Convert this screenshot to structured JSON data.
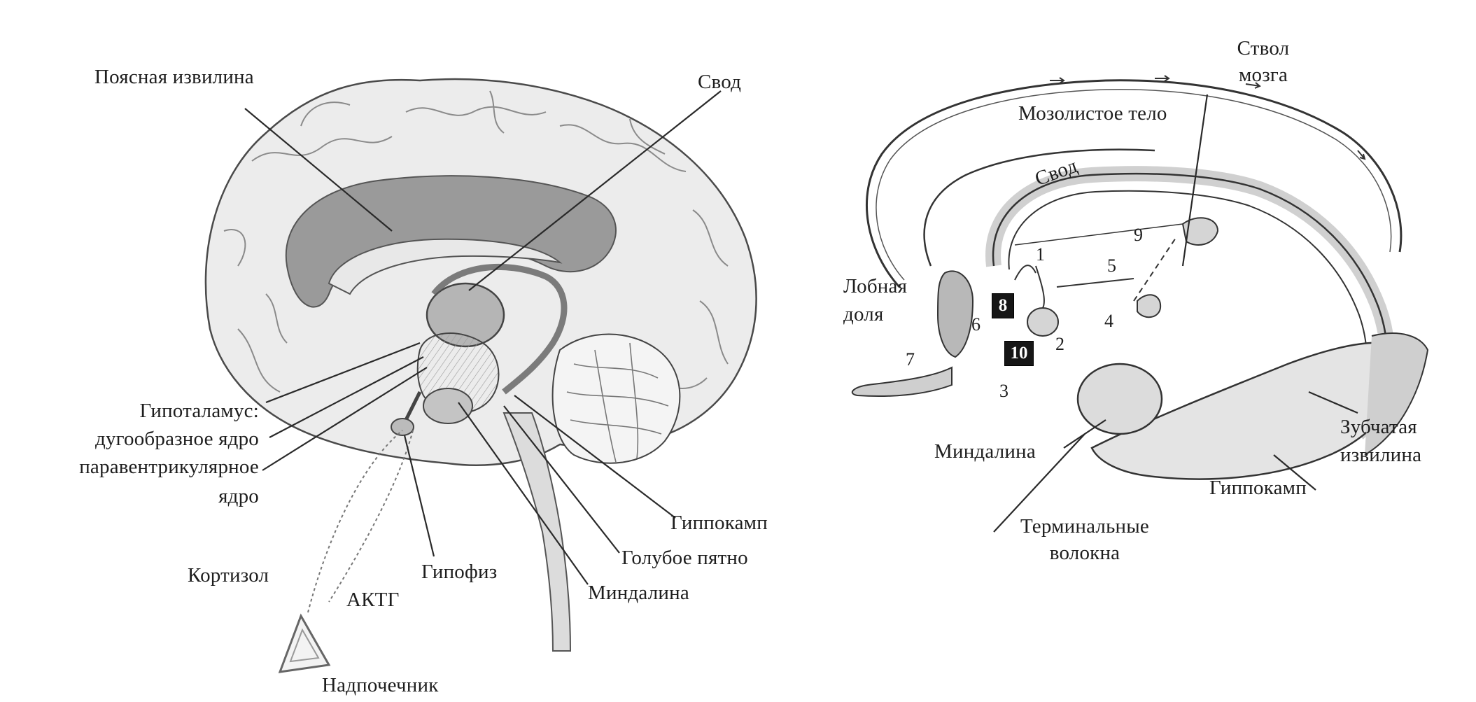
{
  "left_figure": {
    "labels": {
      "cingulate_gyrus": "Поясная извилина",
      "fornix": "Свод",
      "hypothalamus": "Гипоталамус:",
      "arcuate_nucleus": "дугообразное ядро",
      "paraventricular_nucleus_1": "паравентрикулярное",
      "paraventricular_nucleus_2": "ядро",
      "hippocampus": "Гиппокамп",
      "locus_coeruleus": "Голубое пятно",
      "amygdala": "Миндалина",
      "cortisol": "Кортизол",
      "pituitary": "Гипофиз",
      "acth": "АКТГ",
      "adrenal": "Надпочечник"
    }
  },
  "right_figure": {
    "labels": {
      "brainstem_1": "Ствол",
      "brainstem_2": "мозга",
      "corpus_callosum": "Мозолистое тело",
      "fornix": "Свод",
      "frontal_lobe_1": "Лобная",
      "frontal_lobe_2": "доля",
      "amygdala": "Миндалина",
      "dentate_gyrus_1": "Зубчатая",
      "dentate_gyrus_2": "извилина",
      "hippocampus": "Гиппокамп",
      "terminal_fibers_1": "Терминальные",
      "terminal_fibers_2": "волокна"
    },
    "numbers": {
      "n1": "1",
      "n2": "2",
      "n3": "3",
      "n4": "4",
      "n5": "5",
      "n6": "6",
      "n7": "7",
      "n8": "8",
      "n9": "9",
      "n10": "10"
    }
  }
}
